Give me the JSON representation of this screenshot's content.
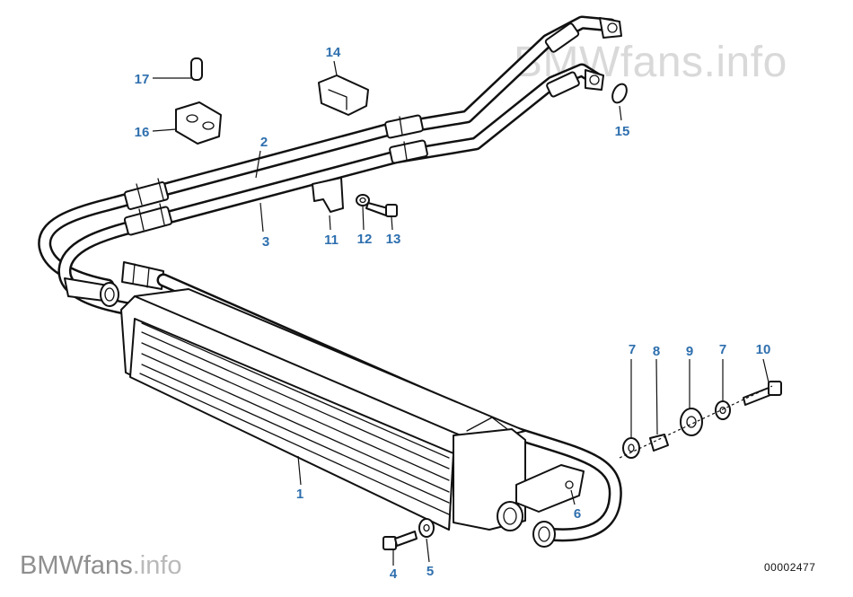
{
  "watermark": {
    "brand": "BMW",
    "name": "fans",
    "suffix": ".info"
  },
  "diagram_number": "00002477",
  "label_color": "#2e6fae",
  "parts": [
    {
      "id": "1",
      "label": "1"
    },
    {
      "id": "2",
      "label": "2"
    },
    {
      "id": "3",
      "label": "3"
    },
    {
      "id": "4",
      "label": "4"
    },
    {
      "id": "5",
      "label": "5"
    },
    {
      "id": "6",
      "label": "6"
    },
    {
      "id": "7a",
      "label": "7"
    },
    {
      "id": "7b",
      "label": "7"
    },
    {
      "id": "8",
      "label": "8"
    },
    {
      "id": "9",
      "label": "9"
    },
    {
      "id": "10",
      "label": "10"
    },
    {
      "id": "11",
      "label": "11"
    },
    {
      "id": "12",
      "label": "12"
    },
    {
      "id": "13",
      "label": "13"
    },
    {
      "id": "14",
      "label": "14"
    },
    {
      "id": "15",
      "label": "15"
    },
    {
      "id": "16",
      "label": "16"
    },
    {
      "id": "17",
      "label": "17"
    }
  ]
}
